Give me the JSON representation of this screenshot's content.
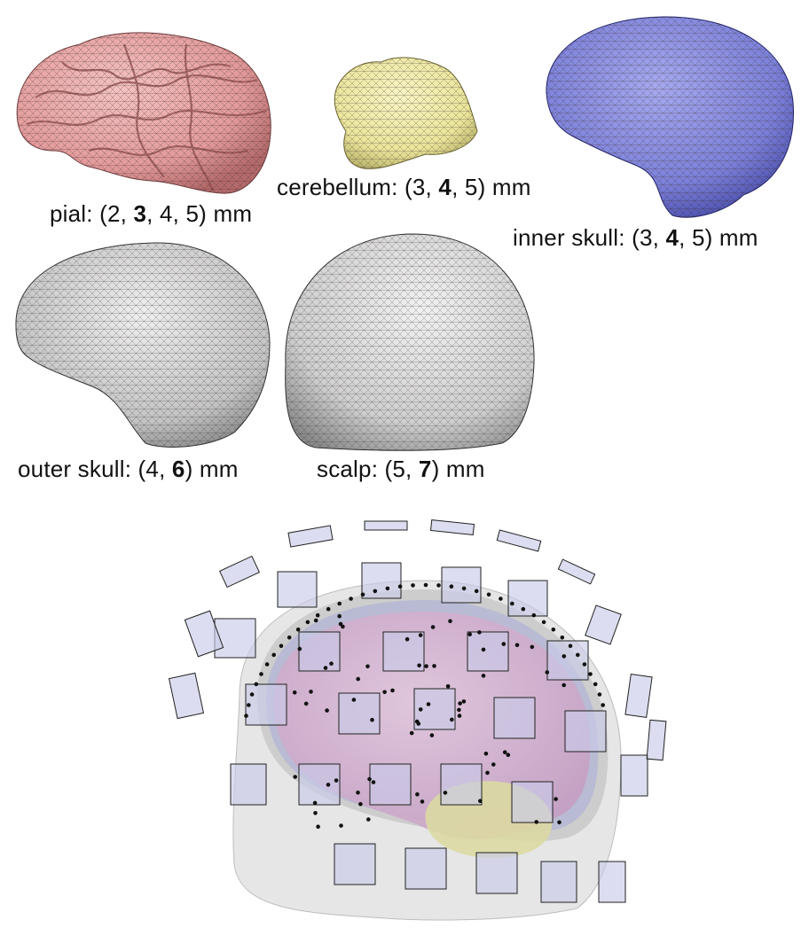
{
  "captions": {
    "pial": {
      "prefix": "pial: (2, ",
      "bold": "3",
      "suffix": ", 4, 5) mm"
    },
    "cerebellum": {
      "prefix": "cerebellum: (3, ",
      "bold": "4",
      "suffix": ", 5) mm"
    },
    "inner_skull": {
      "prefix": "inner skull: (3, ",
      "bold": "4",
      "suffix": ", 5) mm"
    },
    "outer_skull": {
      "prefix": "outer skull: (4, ",
      "bold": "6",
      "suffix": ") mm"
    },
    "scalp": {
      "prefix": "scalp: (5, ",
      "bold": "7",
      "suffix": ") mm"
    }
  },
  "colors": {
    "pial": "#e8a3a3",
    "cerebellum": "#eeeaa2",
    "inner_skull": "#7b7fd6",
    "outer_skull": "#bdbdbd",
    "scalp": "#d2d2d2",
    "sensor": "#c9cbe8",
    "electrode": "#111111"
  }
}
